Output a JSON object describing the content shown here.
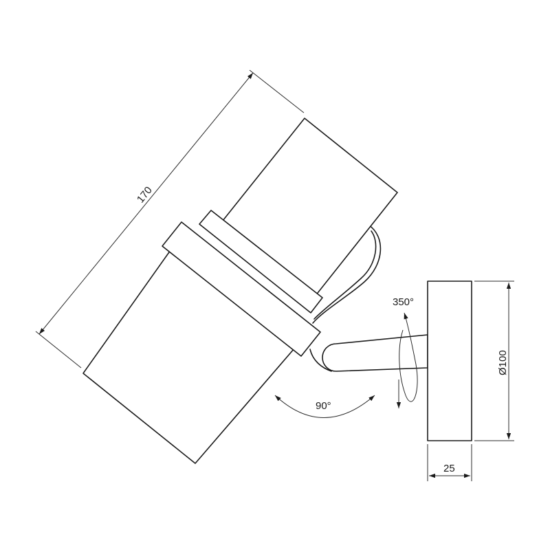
{
  "dimensions": {
    "length": "170",
    "diameter": "Ø100",
    "depth": "25"
  },
  "angles": {
    "rotation": "350°",
    "tilt": "90°"
  },
  "colors": {
    "line": "#1a1a1a",
    "background": "#ffffff"
  }
}
